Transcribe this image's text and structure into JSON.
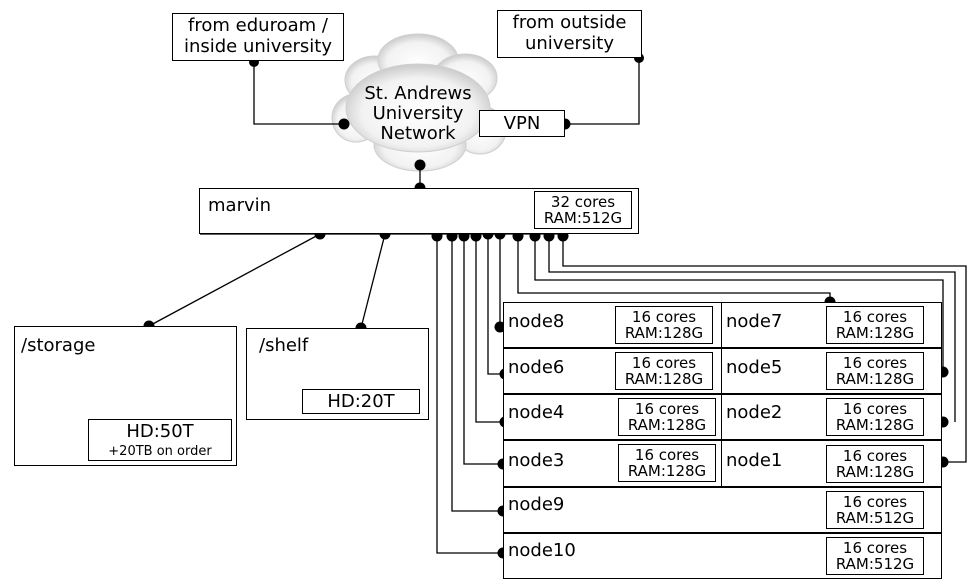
{
  "sources": {
    "eduroam": [
      "from eduroam /",
      "inside university"
    ],
    "outside": [
      "from outside",
      "university"
    ]
  },
  "network": {
    "name": [
      "St. Andrews",
      "University",
      "Network"
    ],
    "vpn": "VPN"
  },
  "marvin": {
    "name": "marvin",
    "spec": [
      "32 cores",
      "RAM:512G"
    ]
  },
  "storage": {
    "name": "/storage",
    "spec": [
      "HD:50T",
      "+20TB on order"
    ]
  },
  "shelf": {
    "name": "/shelf",
    "spec": "HD:20T"
  },
  "nodes": [
    {
      "name": "node8",
      "cores": "16 cores",
      "ram": "RAM:128G"
    },
    {
      "name": "node7",
      "cores": "16 cores",
      "ram": "RAM:128G"
    },
    {
      "name": "node6",
      "cores": "16 cores",
      "ram": "RAM:128G"
    },
    {
      "name": "node5",
      "cores": "16 cores",
      "ram": "RAM:128G"
    },
    {
      "name": "node4",
      "cores": "16 cores",
      "ram": "RAM:128G"
    },
    {
      "name": "node2",
      "cores": "16 cores",
      "ram": "RAM:128G"
    },
    {
      "name": "node3",
      "cores": "16 cores",
      "ram": "RAM:128G"
    },
    {
      "name": "node1",
      "cores": "16 cores",
      "ram": "RAM:128G"
    },
    {
      "name": "node9",
      "cores": "16 cores",
      "ram": "RAM:512G"
    },
    {
      "name": "node10",
      "cores": "16 cores",
      "ram": "RAM:512G"
    }
  ]
}
